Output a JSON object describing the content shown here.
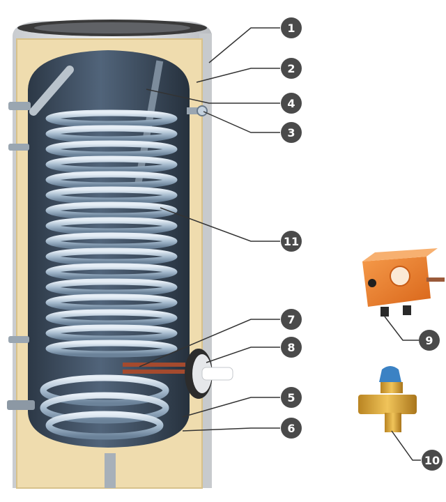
{
  "diagram": {
    "callouts": [
      {
        "id": "c1",
        "number": "1"
      },
      {
        "id": "c2",
        "number": "2"
      },
      {
        "id": "c4",
        "number": "4"
      },
      {
        "id": "c3",
        "number": "3"
      },
      {
        "id": "c11",
        "number": "11"
      },
      {
        "id": "c7",
        "number": "7"
      },
      {
        "id": "c8",
        "number": "8"
      },
      {
        "id": "c5",
        "number": "5"
      },
      {
        "id": "c6",
        "number": "6"
      },
      {
        "id": "c9",
        "number": "9"
      },
      {
        "id": "c10",
        "number": "10"
      }
    ],
    "colors": {
      "insulation": "#efdcae",
      "outer_shell": "#e2e4e6",
      "tank_inner": "#3a4a5c",
      "coil": "#b7c8d8",
      "callout_circle": "#4a4a4a",
      "thermostat": "#ea7a22",
      "valve_brass": "#d6a53a",
      "valve_cap": "#3b82c4"
    }
  }
}
